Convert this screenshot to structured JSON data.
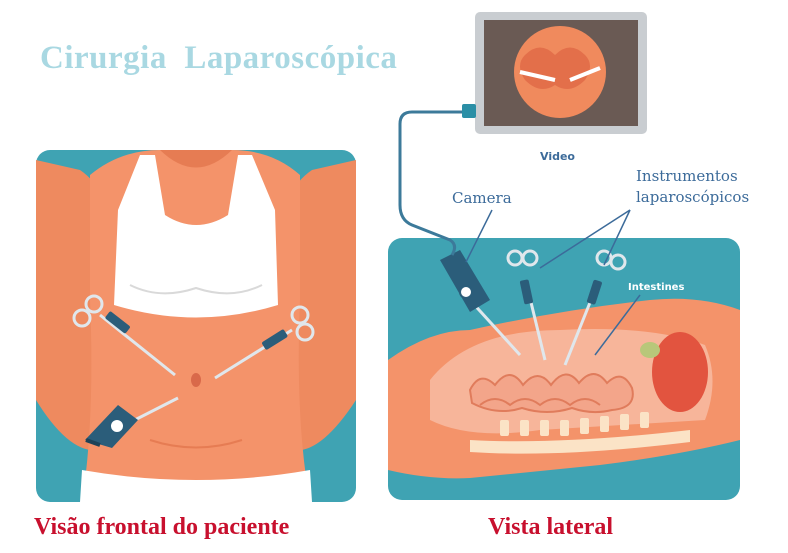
{
  "title": "Cirurgia  Laparoscópica",
  "labels": {
    "video": "Video",
    "camera": "Camera",
    "instruments_line1": "Instrumentos",
    "instruments_line2": "laparoscópicos",
    "intestines": "Intestines"
  },
  "captions": {
    "front": "Visão frontal do paciente",
    "lateral": "Vista lateral"
  },
  "colors": {
    "title": "#a9d8e2",
    "caption": "#c8102e",
    "label": "#3c6b9a",
    "panel": "#3fa3b3",
    "skin": "#f08a5d",
    "instrument": "#2b5d7a"
  }
}
